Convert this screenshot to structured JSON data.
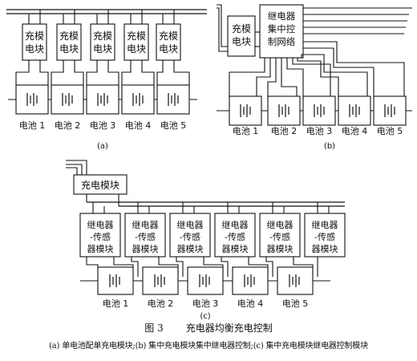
{
  "figure": {
    "number": "图 3",
    "title": "充电器均衡充电控制",
    "subtitle": "(a) 单电池配单充电模块;(b) 集中充电模块集中继电器控制;(c) 集中充电模块继电器控制模块"
  },
  "panel_a": {
    "label": "(a)",
    "module_label_line1": "充模",
    "module_label_line2": "电块",
    "batteries": [
      "电池 1",
      "电池 2",
      "电池 3",
      "电池 4",
      "电池 5"
    ]
  },
  "panel_b": {
    "label": "(b)",
    "module_label_line1": "充模",
    "module_label_line2": "电块",
    "relay_label_line1": "继电器",
    "relay_label_line2": "集中控",
    "relay_label_line3": "制网络",
    "batteries": [
      "电池 1",
      "电池 2",
      "电池 3",
      "电池 4",
      "电池 5"
    ]
  },
  "panel_c": {
    "label": "(c)",
    "charger_label": "充电模块",
    "relay_label_line1": "继电器",
    "relay_label_line2": "-传感",
    "relay_label_line3": "器模块",
    "batteries": [
      "电池 1",
      "电池 2",
      "电池 3",
      "电池 4",
      "电池 5"
    ]
  }
}
